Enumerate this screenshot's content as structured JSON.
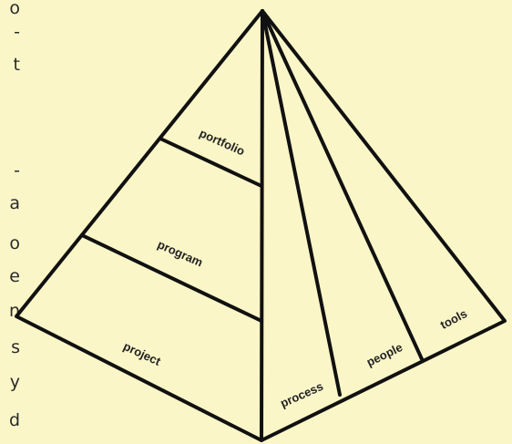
{
  "side_text": {
    "fragments": [
      "o",
      "-",
      "t",
      "-",
      "a",
      "o",
      "e",
      "n",
      "s",
      "y",
      "d"
    ]
  },
  "pyramid": {
    "left_face": {
      "levels": [
        {
          "label": "portfolio"
        },
        {
          "label": "program"
        },
        {
          "label": "project"
        }
      ]
    },
    "right_face": {
      "segments": [
        {
          "label": "process"
        },
        {
          "label": "people"
        },
        {
          "label": "tools"
        }
      ]
    }
  },
  "colors": {
    "background": "#fbf6c8",
    "stroke": "#111111",
    "text": "#222222"
  }
}
